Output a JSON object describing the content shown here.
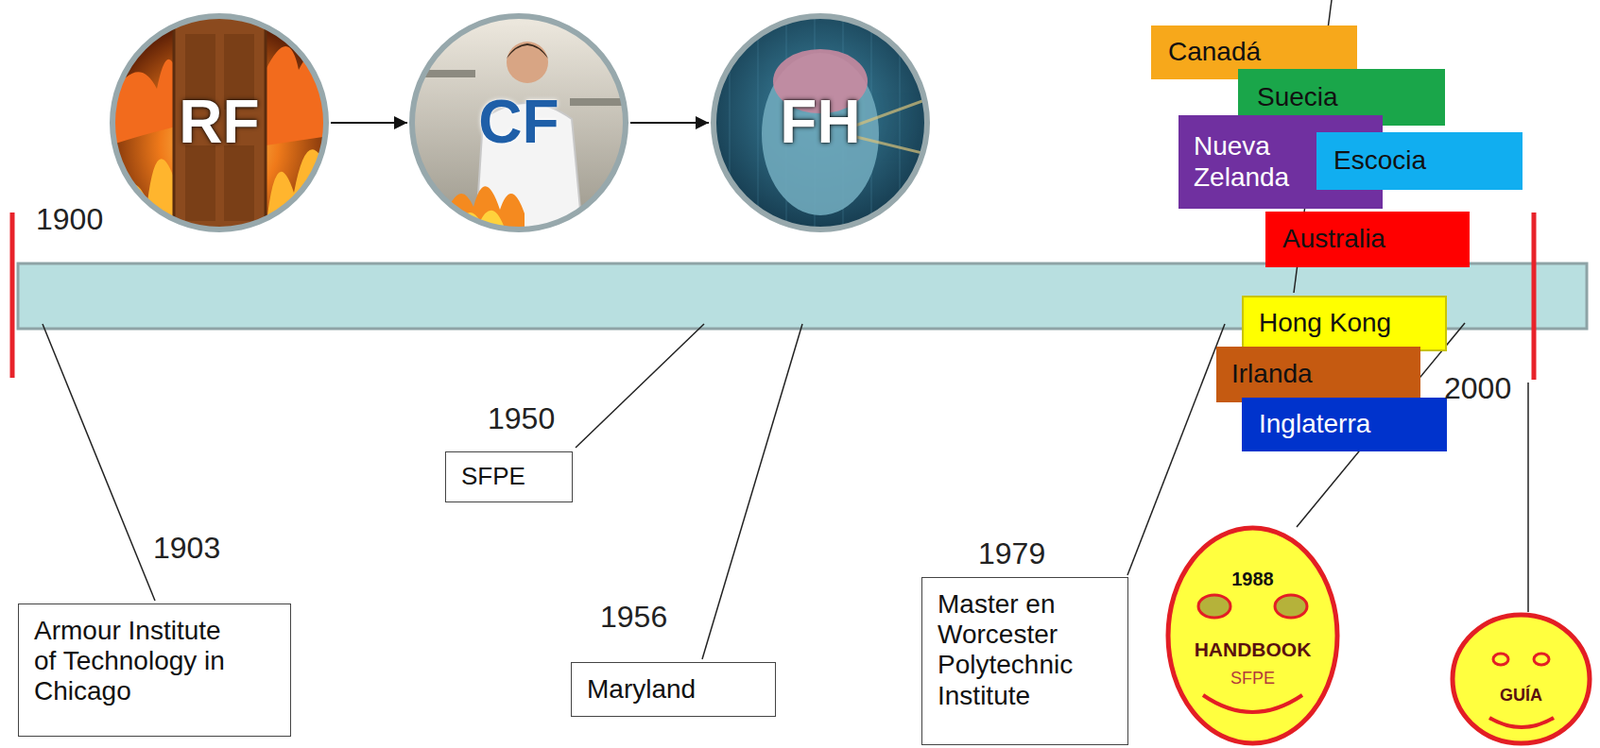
{
  "diagram": {
    "nodes": [
      {
        "text": [
          "RF"
        ]
      },
      {
        "text": [
          "CF"
        ]
      },
      {
        "text": [
          "FH"
        ]
      },
      {
        "text": [
          "Canadá"
        ]
      },
      {
        "text": [
          "Suecia"
        ]
      },
      {
        "text": [
          "Nueva Zelanda"
        ]
      },
      {
        "text": [
          "Escocia"
        ]
      },
      {
        "text": [
          "Australia"
        ]
      },
      {
        "text": [
          "Hong Kong"
        ]
      },
      {
        "text": [
          "Irlanda"
        ]
      },
      {
        "text": [
          "Inglaterra"
        ]
      },
      {
        "text": [
          "Armour Institute of Technology in Chicago"
        ]
      },
      {
        "text": [
          "SFPE"
        ]
      },
      {
        "text": [
          "Maryland"
        ]
      },
      {
        "text": [
          "Master en Worcester Polytechnic Institute"
        ]
      },
      {
        "text": [
          "1988",
          "HANDBOOK",
          "SFPE"
        ]
      },
      {
        "text": [
          "GUÍA"
        ]
      }
    ],
    "edges": [
      {
        "from": 0,
        "to": 1,
        "arrow": "to"
      },
      {
        "from": 1,
        "to": 2,
        "arrow": "to"
      }
    ],
    "labels": [
      "1900",
      "2000",
      "1950",
      "1903",
      "1956",
      "1979"
    ]
  }
}
